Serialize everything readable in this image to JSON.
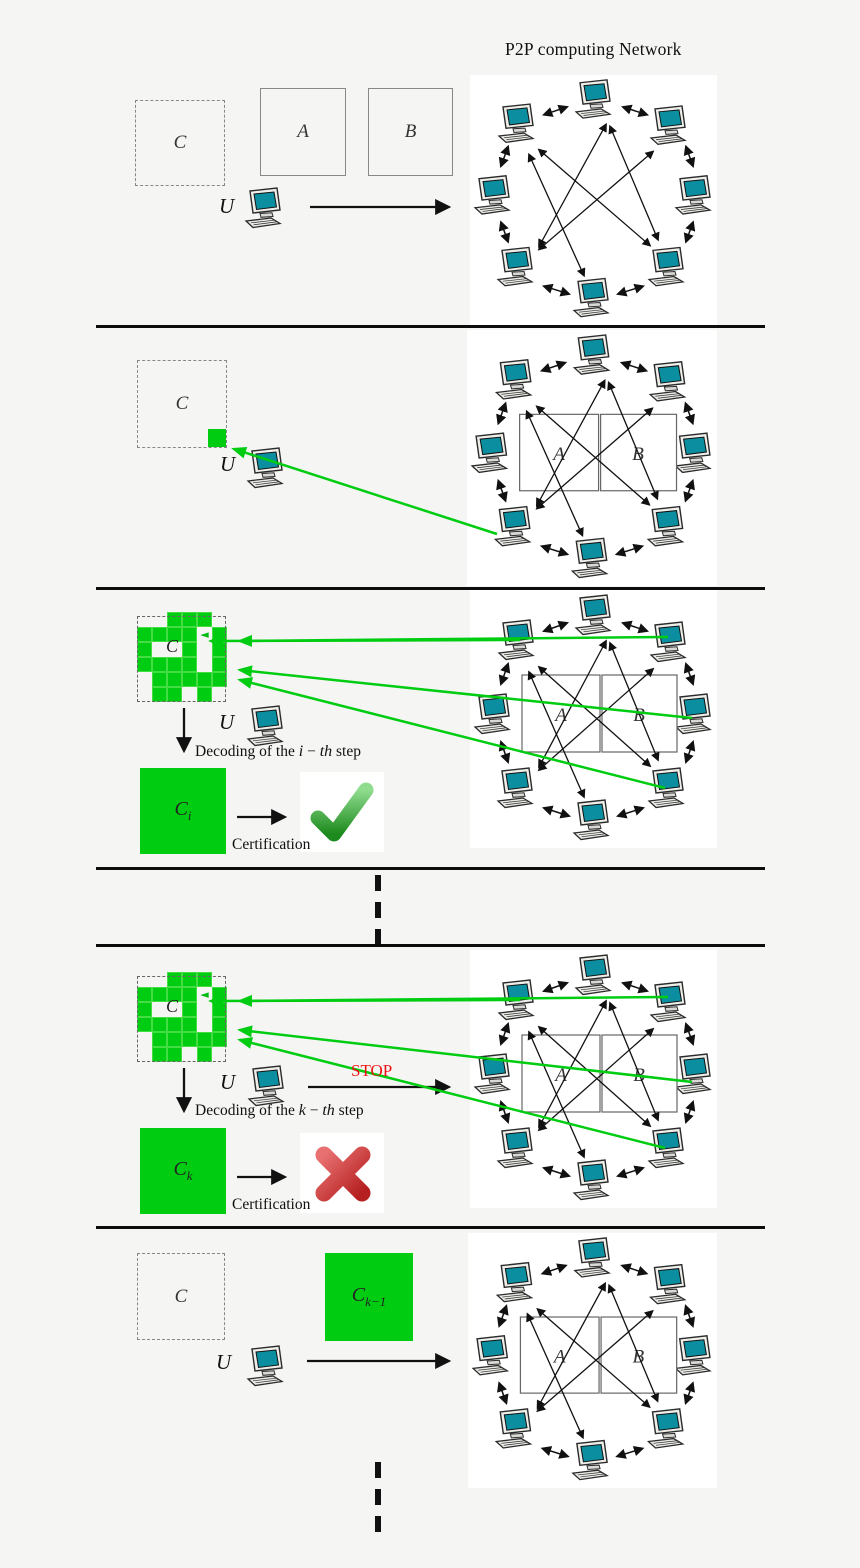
{
  "title": "P2P computing Network",
  "network": {
    "a_label": "A",
    "b_label": "B"
  },
  "panel1": {
    "c_label": "C",
    "a_label": "A",
    "b_label": "B",
    "u_label": "U"
  },
  "panel2": {
    "c_label": "C",
    "u_label": "U"
  },
  "panel3": {
    "c_label": "C",
    "u_label": "U",
    "decode_prefix": "Decoding of the",
    "decode_var": "i",
    "decode_dash": "−",
    "decode_ord": "th",
    "decode_tail": "step",
    "result_base": "C",
    "result_sub": "i",
    "certification": "Certification"
  },
  "panel4": {
    "c_label": "C",
    "u_label": "U",
    "stop_label": "STOP",
    "decode_prefix": "Decoding of the",
    "decode_var": "k",
    "decode_dash": "−",
    "decode_ord": "th",
    "decode_tail": "step",
    "result_base": "C",
    "result_sub": "k",
    "certification": "Certification"
  },
  "panel5": {
    "c_label": "C",
    "u_label": "U",
    "result_base": "C",
    "result_sub": "k−1"
  },
  "mosaic": {
    "rows": 6,
    "cols": 6,
    "cells": [
      [
        0,
        0,
        1,
        1,
        1,
        0
      ],
      [
        1,
        1,
        1,
        1,
        2,
        1
      ],
      [
        1,
        0,
        0,
        1,
        0,
        1
      ],
      [
        1,
        1,
        1,
        1,
        0,
        1
      ],
      [
        0,
        1,
        1,
        1,
        1,
        1
      ],
      [
        0,
        1,
        1,
        0,
        1,
        0
      ]
    ]
  },
  "colors": {
    "green": "#00cc11",
    "teal": "#0b8fa0",
    "stop_red": "#ee1111"
  }
}
